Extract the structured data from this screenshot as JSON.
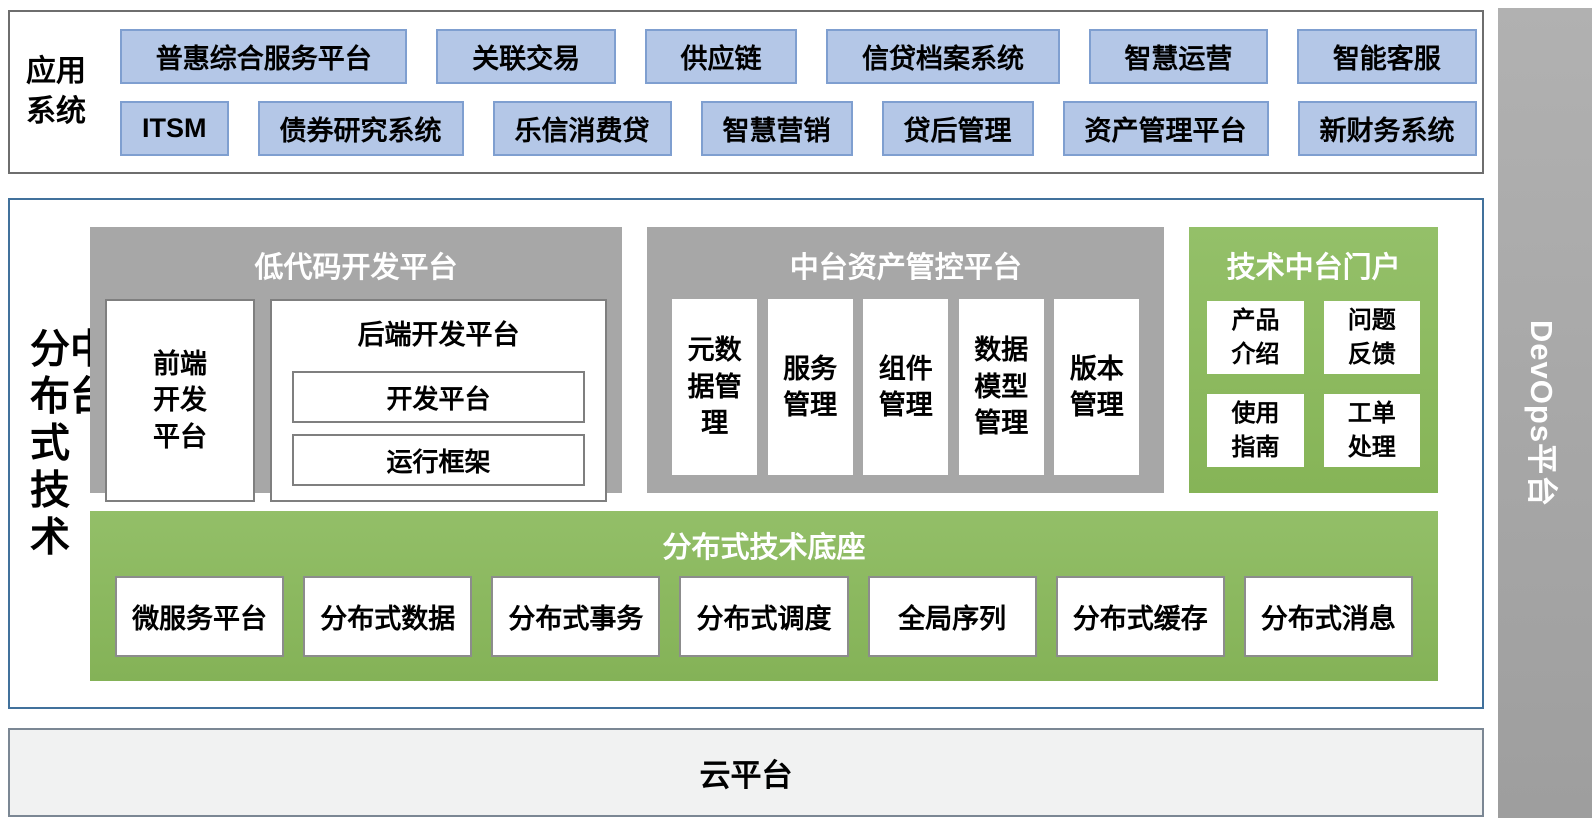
{
  "app_systems": {
    "label": "应用\n系统",
    "rows": [
      [
        "普惠综合服务平台",
        "关联交易",
        "供应链",
        "信贷档案系统",
        "智慧运营",
        "智能客服"
      ],
      [
        "ITSM",
        "债券研究系统",
        "乐信消费贷",
        "智慧营销",
        "贷后管理",
        "资产管理平台",
        "新财务系统"
      ]
    ]
  },
  "middle": {
    "label": "分布式技术中台",
    "lowcode": {
      "title": "低代码开发平台",
      "frontend": "前端\n开发\n平台",
      "backend": {
        "title": "后端开发平台",
        "items": [
          "开发平台",
          "运行框架"
        ]
      }
    },
    "asset": {
      "title": "中台资产管控平台",
      "items": [
        "元数\n据管\n理",
        "服务\n管理",
        "组件\n管理",
        "数据\n模型\n管理",
        "版本\n管理"
      ]
    },
    "portal": {
      "title": "技术中台门户",
      "items": [
        "产品\n介绍",
        "问题\n反馈",
        "使用\n指南",
        "工单\n处理"
      ]
    },
    "base": {
      "title": "分布式技术底座",
      "items": [
        "微服务平台",
        "分布式数据",
        "分布式事务",
        "分布式调度",
        "全局序列",
        "分布式缓存",
        "分布式消息"
      ]
    }
  },
  "cloud": {
    "label": "云平台"
  },
  "devops": {
    "label": "DevOps平台"
  },
  "colors": {
    "app_box_fill": "#b4c7e7",
    "app_box_border": "#7f9fd0",
    "gray_panel": "#a7a7a7",
    "green_panel": "#8cb862",
    "middle_border": "#41719c",
    "outer_border_gray": "#6e6e6e",
    "cloud_fill": "#f1f2f2",
    "devops_fill": "#a6a6a6"
  }
}
